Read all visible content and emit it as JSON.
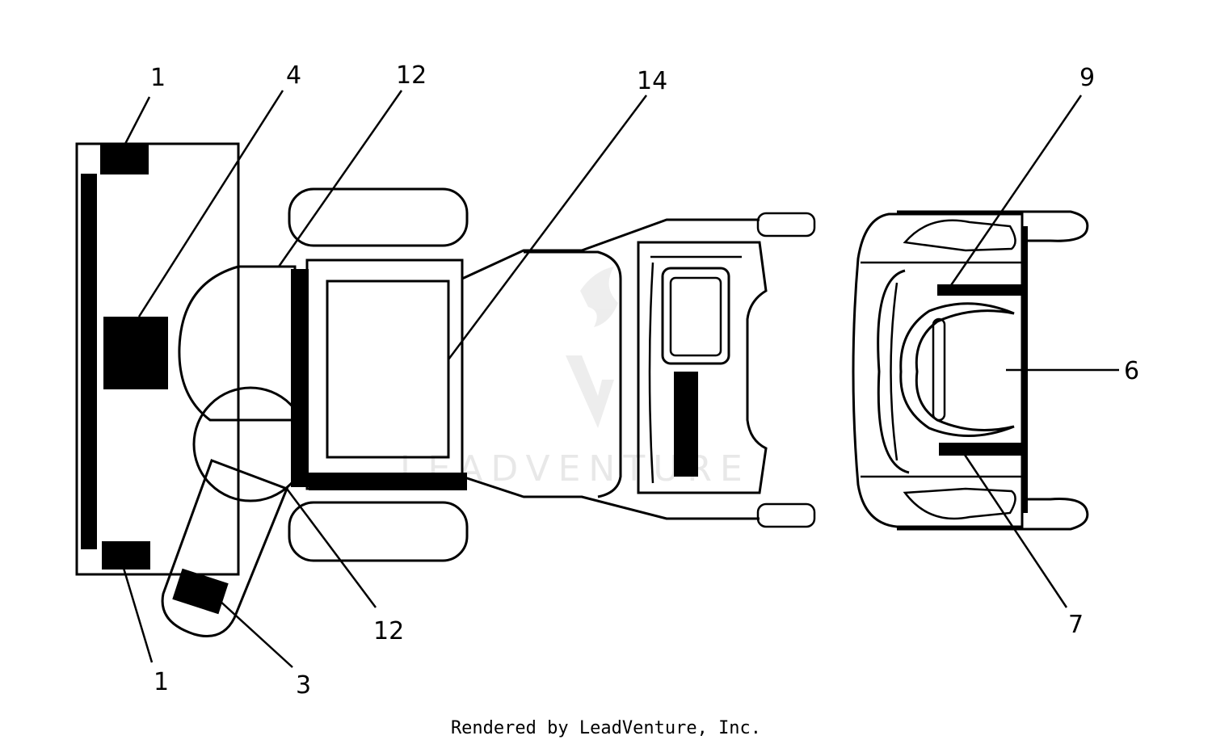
{
  "callouts": {
    "c1_top": "1",
    "c4": "4",
    "c12_top": "12",
    "c14": "14",
    "c9": "9",
    "c6": "6",
    "c7": "7",
    "c12_bottom": "12",
    "c1_bottom": "1",
    "c3": "3"
  },
  "watermark": "LEADVENTURE",
  "footer": "Rendered by LeadVenture, Inc."
}
